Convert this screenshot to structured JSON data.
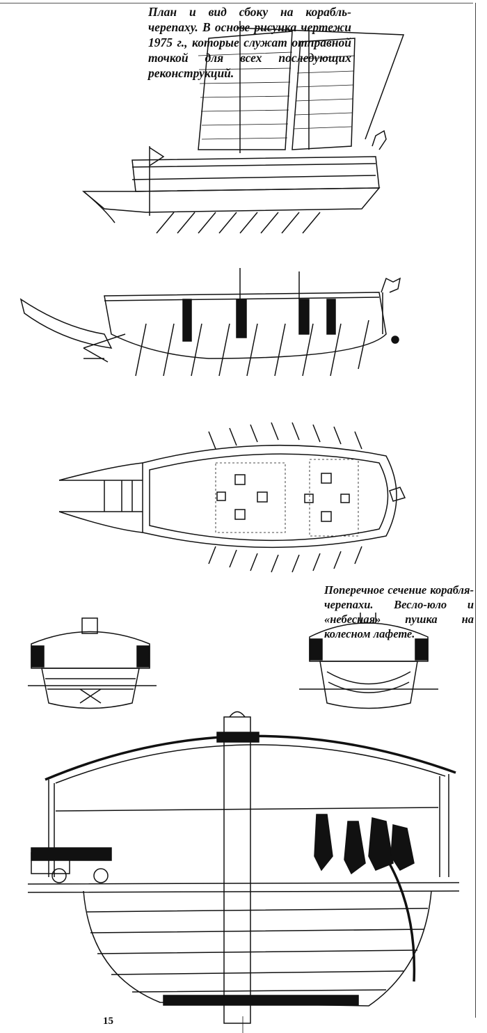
{
  "captions": {
    "top": "План и вид сбоку на корабль-черепаху. В основе рисунка чертежи 1975 г., которые служат отправной точкой для всех последующих реконструкций.",
    "cross_section": "Поперечное сечение корабля-черепахи. Весло-юло и «небесная» пушка на колесном лафете."
  },
  "page_number": "15"
}
